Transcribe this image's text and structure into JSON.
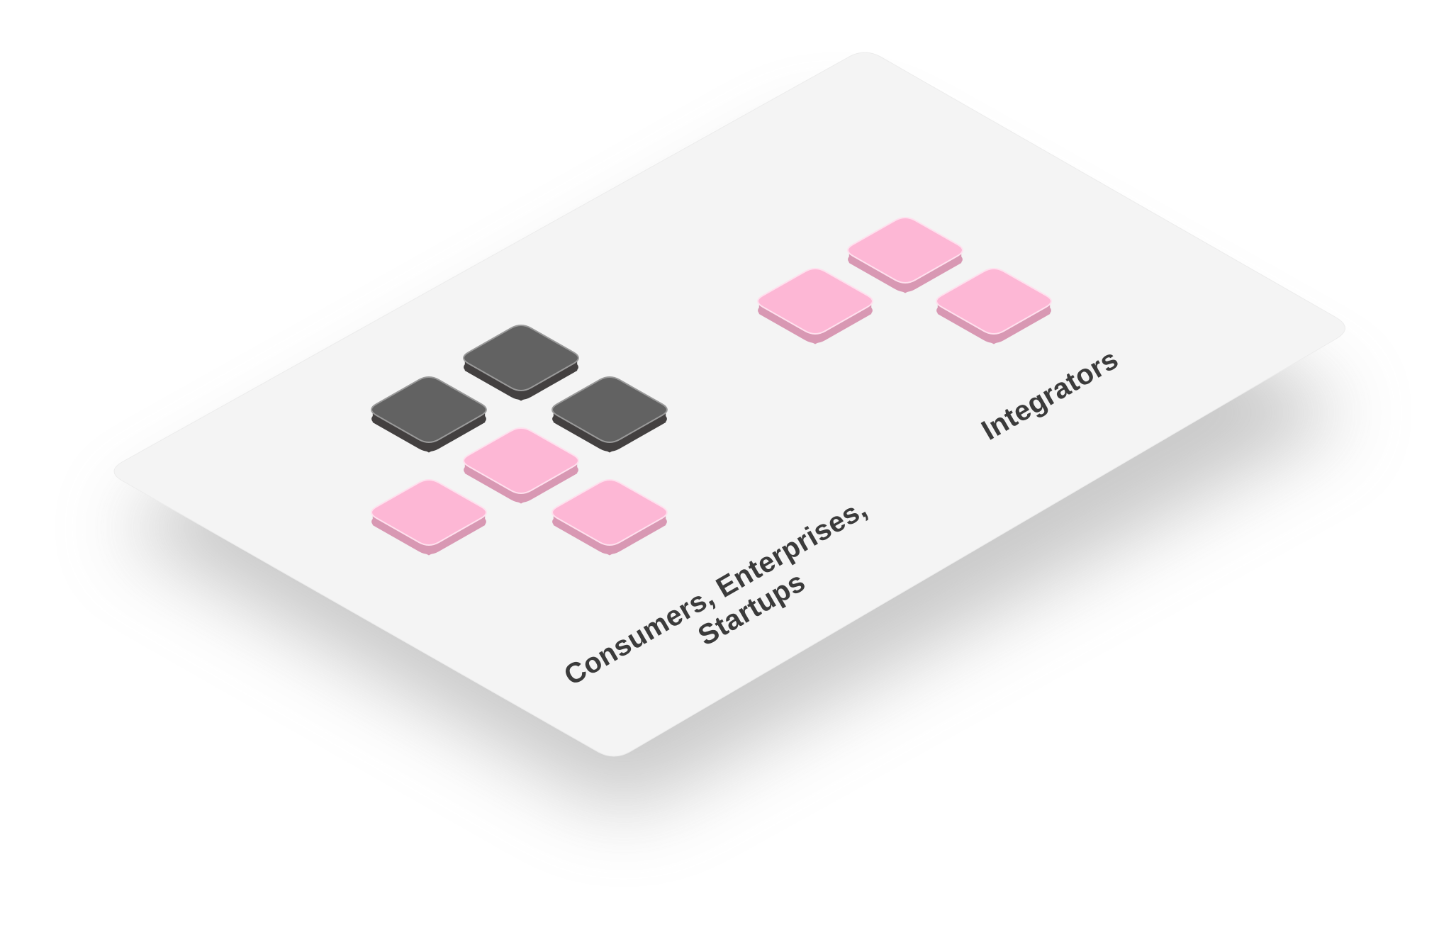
{
  "diagram": {
    "groups": [
      {
        "id": "consumers",
        "label_lines": [
          "Consumers, Enterprises,",
          "Startups"
        ],
        "tiles": [
          {
            "id": "c-top",
            "color": "dark"
          },
          {
            "id": "c-mid-left",
            "color": "dark"
          },
          {
            "id": "c-mid-right",
            "color": "dark"
          },
          {
            "id": "c-center",
            "color": "pink"
          },
          {
            "id": "c-bottom-left",
            "color": "pink"
          },
          {
            "id": "c-bottom-right",
            "color": "pink"
          }
        ]
      },
      {
        "id": "integrators",
        "label_lines": [
          "Integrators"
        ],
        "tiles": [
          {
            "id": "i-top",
            "color": "pink"
          },
          {
            "id": "i-left",
            "color": "pink"
          },
          {
            "id": "i-right",
            "color": "pink"
          }
        ]
      }
    ]
  },
  "colors": {
    "platform": "#f4f4f4",
    "shadow": "#bdbdbd",
    "pink_top": "#fdb7d5",
    "pink_side": "#d898b3",
    "pink_edge": "#ffe0ee",
    "dark_top": "#626262",
    "dark_side": "#434040",
    "dark_edge": "#9a9a9a",
    "text": "#3b3b3b"
  }
}
